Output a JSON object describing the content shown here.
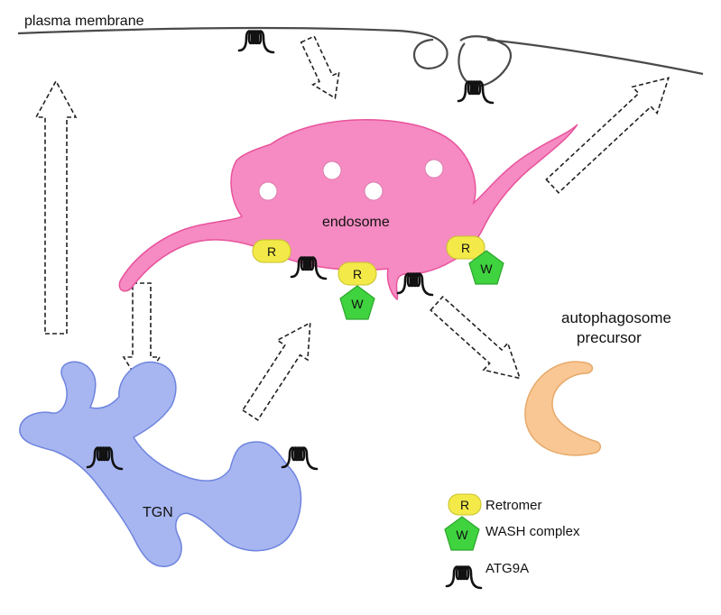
{
  "labels": {
    "plasma_membrane": "plasma membrane",
    "endosome": "endosome",
    "autophagosome_line1": "autophagosome",
    "autophagosome_line2": "precursor",
    "tgn": "TGN"
  },
  "badges": {
    "retromer": "R",
    "wash": "W"
  },
  "legend": {
    "retromer": "Retromer",
    "wash": "WASH complex",
    "atg9a": "ATG9A"
  },
  "colors": {
    "membrane": "#4a4a4a",
    "endosome": "#f58bc2",
    "endosome_edge": "#e8539c",
    "tgn": "#a7b6f0",
    "tgn_edge": "#6f84de",
    "autophagosome": "#f9c793",
    "retromer": "#f3ea49",
    "wash": "#3fd33f"
  },
  "icons": [
    "dashed-arrow-icon",
    "atg9a-coil-icon",
    "retromer-badge-icon",
    "wash-pentagon-icon"
  ]
}
